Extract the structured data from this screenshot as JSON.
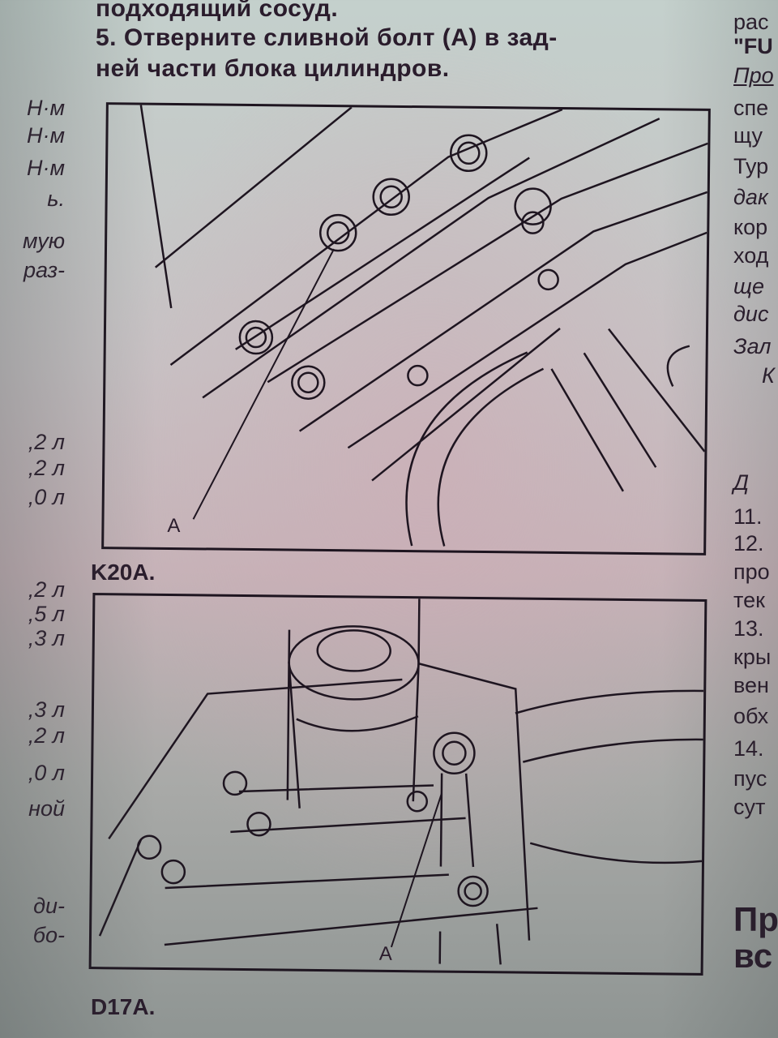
{
  "main_text": {
    "line0": "подходящий сосуд.",
    "line1": "5. Отверните сливной болт (А) в зад-",
    "line2": "ней части блока цилиндров."
  },
  "left_margin": [
    "Н·м",
    "Н·м",
    "Н·м",
    "ь.",
    "мую",
    "раз-",
    ",2 л",
    ",2 л",
    ",0 л",
    ",2 л",
    ",5 л",
    ",3 л",
    ",3 л",
    ",2 л",
    ",0 л",
    "ной",
    "ди-",
    "бо-"
  ],
  "right_margin": [
    "рас",
    "\"FU",
    "Про",
    "спе",
    "щу",
    "Тур",
    "дак",
    "кор",
    "ход",
    "щe",
    "дис",
    "Зал",
    "К",
    "Д",
    "11.",
    "12.",
    "про",
    "тек",
    "13.",
    "кры",
    "вен",
    "обх",
    "14.",
    "пус",
    "сут",
    "Пр",
    "вс"
  ],
  "figures": [
    {
      "label_point": "A",
      "caption": "K20A."
    },
    {
      "label_point": "A",
      "caption": "D17A."
    }
  ]
}
